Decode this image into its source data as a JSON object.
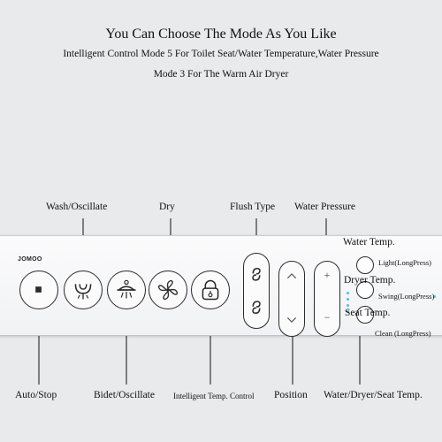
{
  "header": {
    "title": "You Can Choose The Mode As You Like",
    "line1": "Intelligent Control Mode 5 For Toilet Seat/Water Temperature,Water Pressure",
    "line2": "Mode 3 For The Warm Air Dryer"
  },
  "panel": {
    "brand": "JOMOO"
  },
  "labels": {
    "wash_oscillate": "Wash/Oscillate",
    "dry": "Dry",
    "flush_type": "Flush Type",
    "water_pressure": "Water Pressure",
    "water_temp": "Water Temp.",
    "light_longpress": "Light(LongPress)",
    "dryer_temp": "Dryer Temp.",
    "swing_longpress": "Swing(LongPress)",
    "seat_temp": "Seat Temp.",
    "clean_longpress": "Clean (LongPress)",
    "auto_stop": "Auto/Stop",
    "bidet_oscillate": "Bidet/Oscillate",
    "intelligent_temp_control": "Intelligent Temp. Control",
    "position": "Position",
    "water_dryer_seat_temp": "Water/Dryer/Seat Temp."
  },
  "icons": {
    "pressure_plus": "+",
    "pressure_minus": "−"
  },
  "colors": {
    "indicator": "#4ac0e6"
  }
}
